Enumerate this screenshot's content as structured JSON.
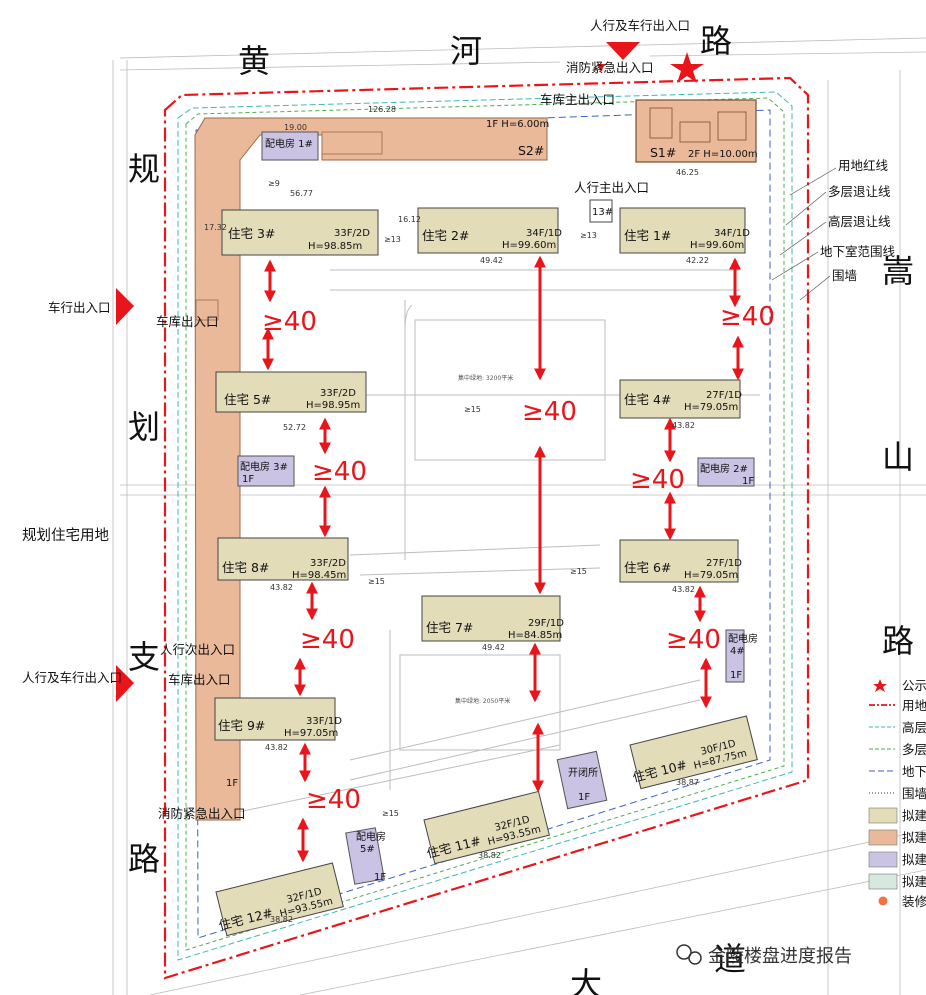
{
  "roads": {
    "north": [
      "黄",
      "河",
      "路"
    ],
    "west": [
      "规",
      "划",
      "支",
      "路"
    ],
    "east": [
      "嵩",
      "山",
      "路"
    ],
    "south": [
      "大",
      "道"
    ]
  },
  "land_label": "规划住宅用地",
  "gates": {
    "north_main": "人行及车行出入口",
    "north_fire": "消防紧急出入口",
    "garage_main": "车库主出入口",
    "pedestrian_main": "人行主出入口",
    "west_vehicle": "车行出入口",
    "west_garage": "车库出入口",
    "west_garage2": "车库出入口",
    "west_ped_secondary": "人行次出入口",
    "west_ped_vehicle": "人行及车行出入口",
    "west_fire": "消防紧急出入口"
  },
  "boundary_labels": [
    "用地红线",
    "多层退让线",
    "高层退让线",
    "地下室范围线",
    "围墙"
  ],
  "buildings": [
    {
      "name": "住宅 1#",
      "spec": "34F/1D",
      "height": "H=99.60m"
    },
    {
      "name": "住宅 2#",
      "spec": "34F/1D",
      "height": "H=99.60m"
    },
    {
      "name": "住宅 3#",
      "spec": "33F/2D",
      "height": "H=98.85m"
    },
    {
      "name": "住宅 4#",
      "spec": "27F/1D",
      "height": "H=79.05m"
    },
    {
      "name": "住宅 5#",
      "spec": "33F/2D",
      "height": "H=98.95m"
    },
    {
      "name": "住宅 6#",
      "spec": "27F/1D",
      "height": "H=79.05m"
    },
    {
      "name": "住宅 7#",
      "spec": "29F/1D",
      "height": "H=84.85m"
    },
    {
      "name": "住宅 8#",
      "spec": "33F/2D",
      "height": "H=98.45m"
    },
    {
      "name": "住宅 9#",
      "spec": "33F/1D",
      "height": "H=97.05m"
    },
    {
      "name": "住宅 10#",
      "spec": "30F/1D",
      "height": "H=87.75m"
    },
    {
      "name": "住宅 11#",
      "spec": "32F/1D",
      "height": "H=93.55m"
    },
    {
      "name": "住宅 12#",
      "spec": "32F/1D",
      "height": "H=93.55m"
    }
  ],
  "substations": {
    "p1": "配电房 1#",
    "p2": "配电房 2#",
    "p3": "配电房 3#",
    "p4": "配电房",
    "p4b": "4#",
    "p5": "配电房",
    "p5b": "5#"
  },
  "floor_1f": "1F",
  "s1": {
    "name": "S1#",
    "spec": "2F H=10.00m"
  },
  "s2": {
    "name": "S2#",
    "spec": "1F H=6.00m"
  },
  "kbs": {
    "name": "开闭所",
    "floor": "1F",
    "tag": "13#"
  },
  "distance": "≥40",
  "green1": "集中绿地: 3200平米",
  "green2": "集中绿地: 2050平米",
  "dims": [
    "56.77",
    "49.42",
    "42.22",
    "52.72",
    "43.82",
    "38.87",
    "38.82",
    "126.28",
    "46.25",
    "19.00",
    "16.12",
    "17.32",
    "≥15",
    "≥13",
    "≥9",
    "≥40"
  ],
  "legend": [
    "公示",
    "用地",
    "高层",
    "多层",
    "地下",
    "围墙",
    "拟建",
    "拟建",
    "拟建",
    "拟建",
    "装修"
  ],
  "legend_colors": {
    "pale": "#e3dcb8",
    "orange": "#eab99a",
    "purple": "#cbc3e3",
    "green": "#d5e9de",
    "red": "#e8161b"
  },
  "watermark": "金陵楼盘进度报告"
}
